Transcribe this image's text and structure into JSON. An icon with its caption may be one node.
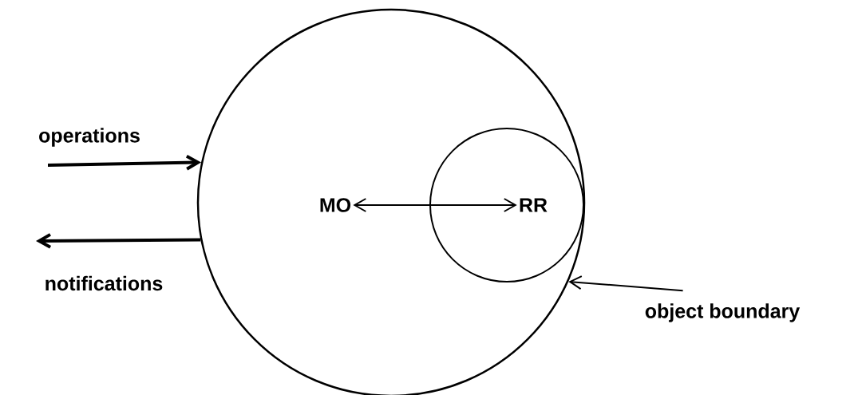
{
  "diagram": {
    "nodes": [
      {
        "text": [],
        "shape": "circle"
      },
      {
        "text": [
          "RR"
        ],
        "in": 0
      },
      {
        "text": [
          "MO"
        ],
        "in": 0
      },
      {
        "text": [
          "object boundary"
        ]
      }
    ],
    "edges": [
      {
        "from": 2,
        "to": 1,
        "arrow": "both"
      },
      {
        "from": null,
        "to": 0,
        "arrow": "to",
        "label": "operations",
        "style": "thick"
      },
      {
        "from": 0,
        "to": null,
        "arrow": "to",
        "label": "notifications",
        "style": "thick"
      },
      {
        "from": 3,
        "to": 0,
        "arrow": "to"
      }
    ]
  }
}
